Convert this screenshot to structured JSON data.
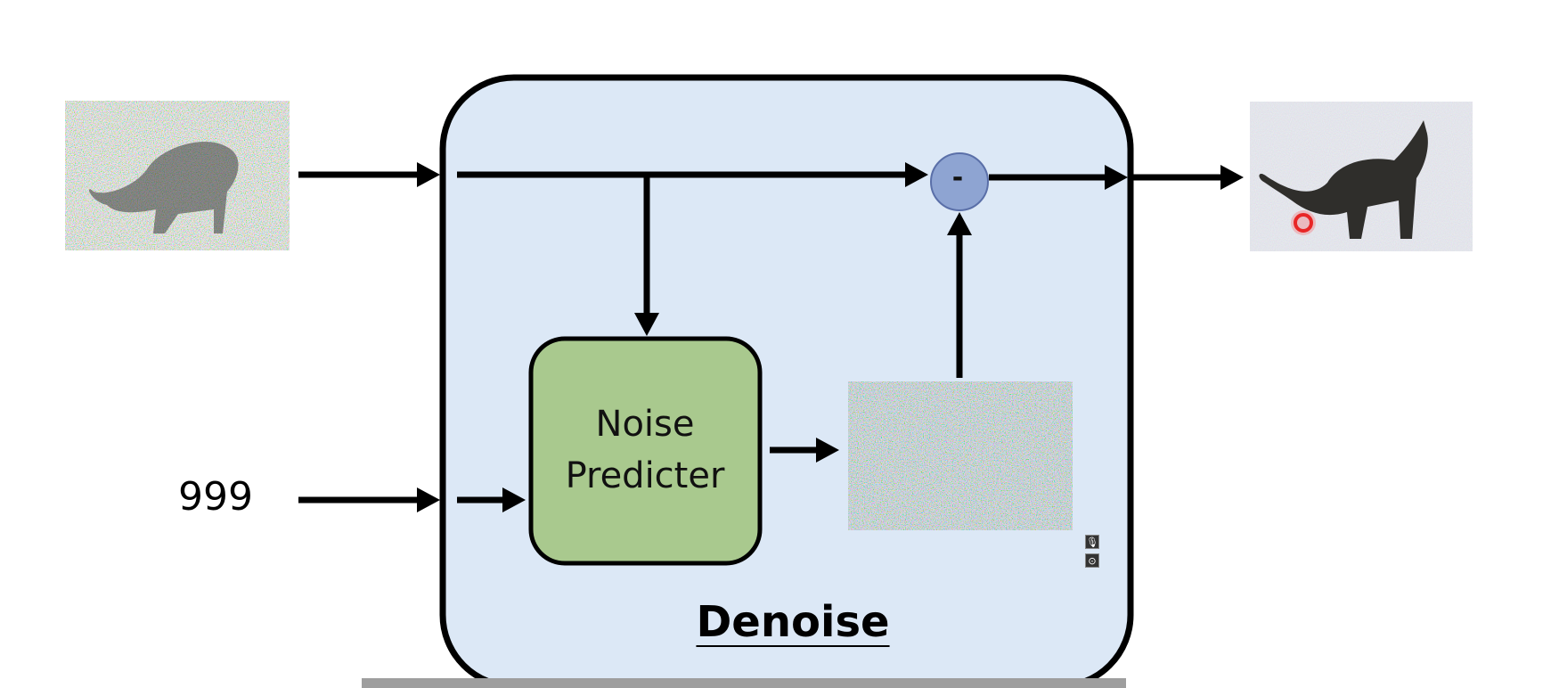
{
  "diagram": {
    "step_label": "999",
    "block_title": "Denoise",
    "predictor": {
      "line1": "Noise",
      "line2": "Predicter"
    },
    "operator_symbol": "-",
    "colors": {
      "block_fill": "#dce8f6",
      "predictor_fill": "#a9c98e",
      "operator_fill": "#8ea4d2",
      "arrow": "#000000"
    },
    "images": {
      "input_image": "noisy-cat-image",
      "predicted_noise": "noise-image",
      "output_image": "denoised-cat-image"
    }
  },
  "controls": {
    "icon1": "microphone-icon",
    "icon2": "camera-icon",
    "mic_glyph": "🎙",
    "cam_glyph": "⊙"
  }
}
